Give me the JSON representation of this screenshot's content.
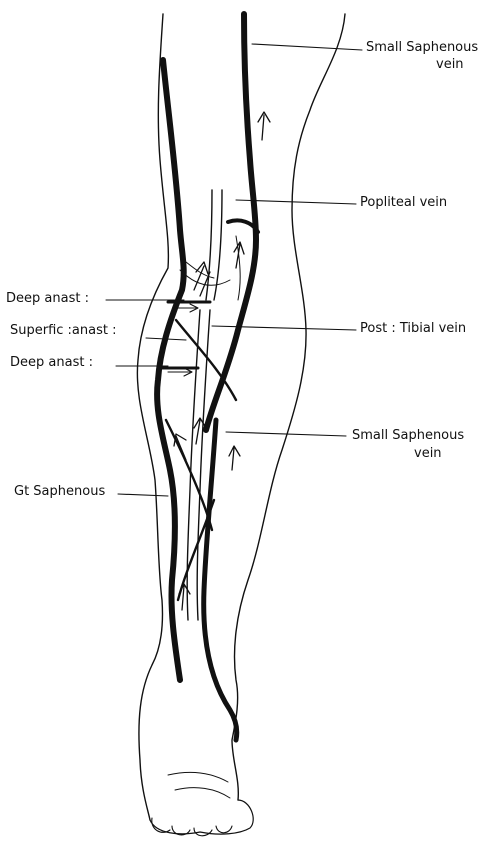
{
  "labels": {
    "small_saphenous_top_line1": "Small Saphenous",
    "small_saphenous_top_line2": "vein",
    "popliteal_vein": "Popliteal vein",
    "deep_anast_upper": "Deep anast :",
    "superfic_anast": "Superfic :anast :",
    "deep_anast_lower": "Deep anast :",
    "post_tibial_vein": "Post : Tibial vein",
    "small_saphenous_mid_line1": "Small Saphenous",
    "small_saphenous_mid_line2": "vein",
    "gt_saphenous": "Gt Saphenous"
  },
  "colors": {
    "ink": "#111111",
    "paper": "#ffffff"
  }
}
